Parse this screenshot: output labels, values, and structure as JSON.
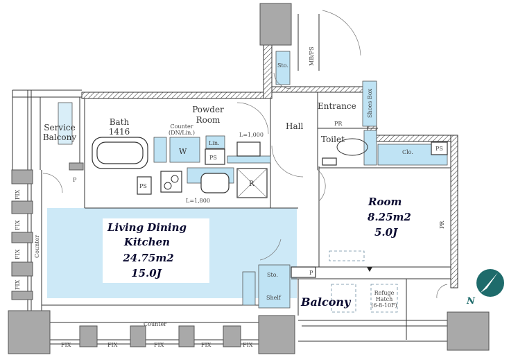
{
  "rooms": {
    "service_balcony": [
      "Service",
      "Balcony"
    ],
    "bath": [
      "Bath",
      "1416"
    ],
    "powder_room": [
      "Powder",
      "Room"
    ],
    "counter_note": [
      "Counter",
      "(DN/Lin.)"
    ],
    "washer": "W",
    "linen": "Lin.",
    "ps": "PS",
    "p": "P",
    "refrigerator": "R",
    "counter_length_1": "L=1,000",
    "counter_length_2": "L=1,800",
    "hall": "Hall",
    "entrance": "Entrance",
    "shoes_box": "Shoes Box",
    "pr": "PR",
    "toilet": "Toilet",
    "closet": "Clo.",
    "storage": "Sto.",
    "shelf": "Shelf",
    "mb_ps": "MB/PS",
    "living": [
      "Living Dining",
      "Kitchen",
      "24.75m2",
      "15.0J"
    ],
    "room": [
      "Room",
      "8.25m2",
      "5.0J"
    ],
    "balcony": "Balcony",
    "refuge_hatch": [
      "Refuge",
      "Hatch",
      "(6-8-10F)"
    ],
    "counter": "Counter",
    "fix": "FIX"
  },
  "compass": {
    "label": "N"
  },
  "colors": {
    "fixture_blue": "#bfe3f4",
    "pillar_gray": "#a9a9a9",
    "label_dark": "#0a0a30"
  }
}
